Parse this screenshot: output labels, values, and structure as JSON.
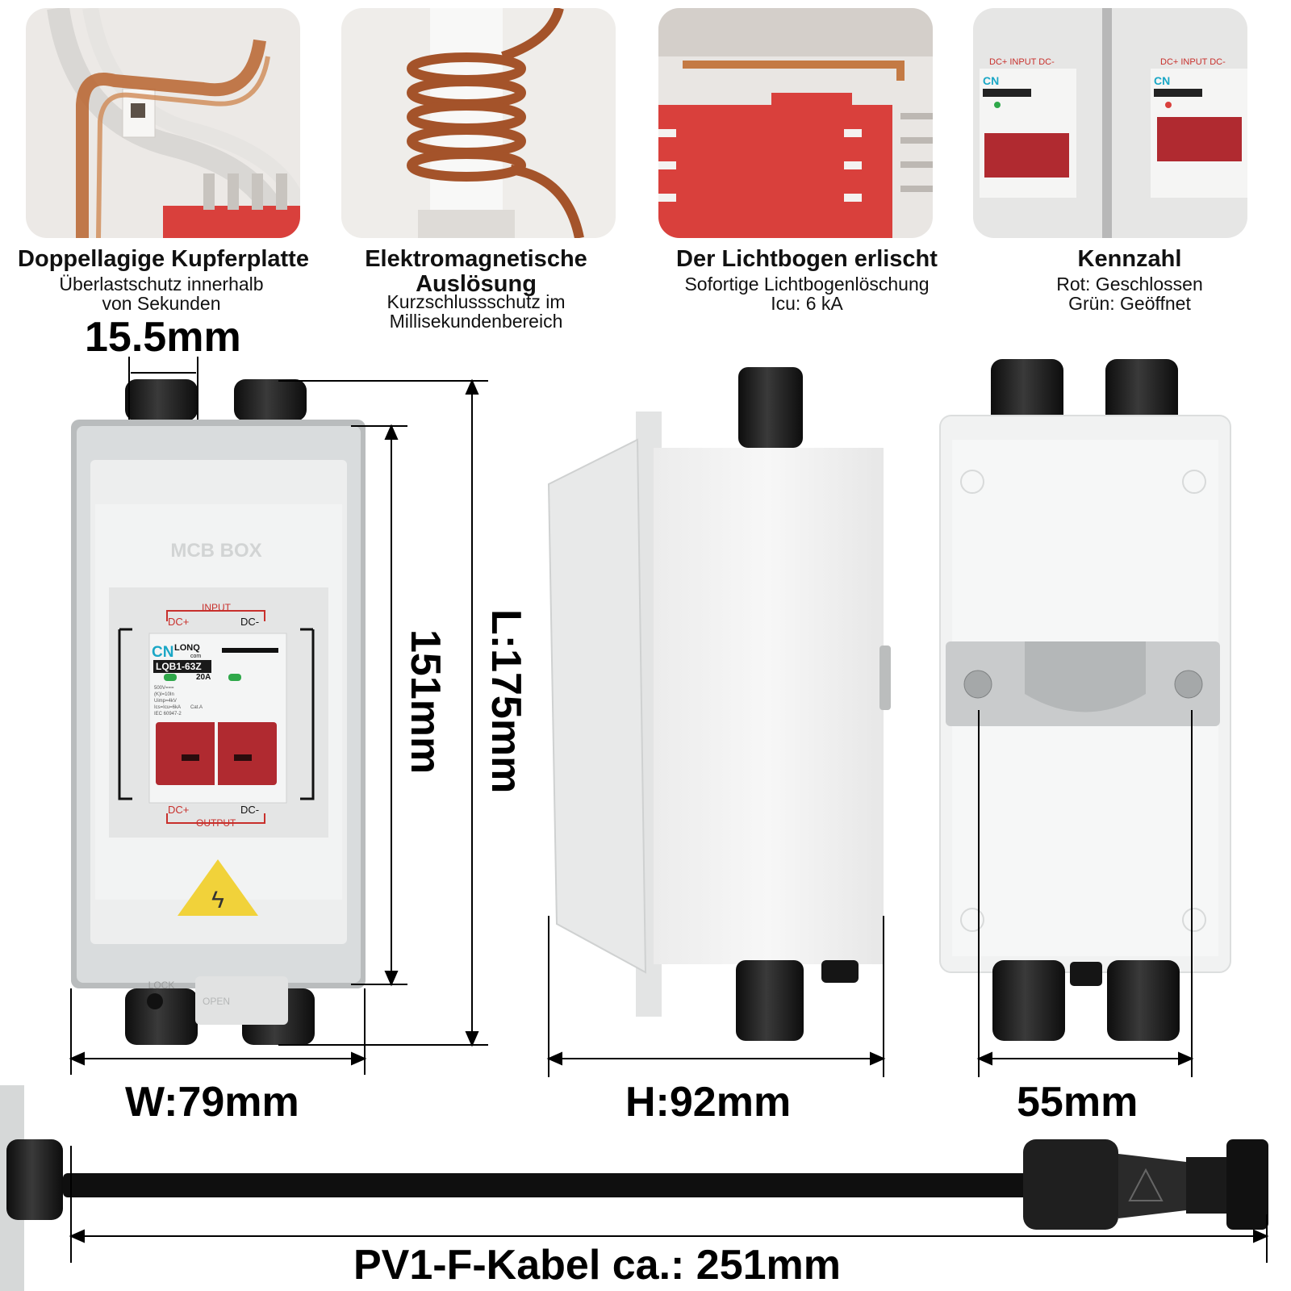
{
  "features": [
    {
      "title": "Doppellagige Kupferplatte",
      "desc_line1": "Überlastschutz innerhalb",
      "desc_line2": "von Sekunden"
    },
    {
      "title_line1": "Elektromagnetische",
      "title_line2": "Auslösung",
      "desc_line1": "Kurzschlussschutz im",
      "desc_line2": "Millisekundenbereich"
    },
    {
      "title": "Der Lichtbogen erlischt",
      "desc_line1": "Sofortige Lichtbogenlöschung",
      "desc_line2": "Icu: 6 kA"
    },
    {
      "title": "Kennzahl",
      "desc_line1": "Rot: Geschlossen",
      "desc_line2": "Grün: Geöffnet"
    }
  ],
  "dimensions": {
    "gland_spacing": "15.5mm",
    "inner_height": "151mm",
    "length": "L:175mm",
    "width": "W:79mm",
    "height": "H:92mm",
    "rail_spacing": "55mm",
    "cable": "PV1-F-Kabel ca.: 251mm"
  },
  "breaker": {
    "brand_cn": "CN",
    "brand_lonq": "LONQ",
    "brand_com": "com",
    "model": "LQB1-63Z",
    "rating": "20A",
    "input_label": "INPUT",
    "output_label": "OUTPUT",
    "dc_plus": "DC+",
    "dc_minus": "DC-",
    "spec1": "500V===",
    "spec2": "(K)I=10In",
    "spec3": "Uimp=4kV",
    "spec4": "Ics=Icu=6kA",
    "spec5": "IEC 60947-2",
    "cat": "Cat.A"
  },
  "box": {
    "emboss": "MCB BOX",
    "lock_label": "LOCK",
    "open_label": "OPEN"
  },
  "colors": {
    "breaker_red": "#b02a30",
    "indicator_green": "#2fa84a",
    "copper": "#b8642e",
    "arc_red": "#d9403c",
    "box_white": "#f3f4f4",
    "gland_black": "#1b1b1b"
  }
}
